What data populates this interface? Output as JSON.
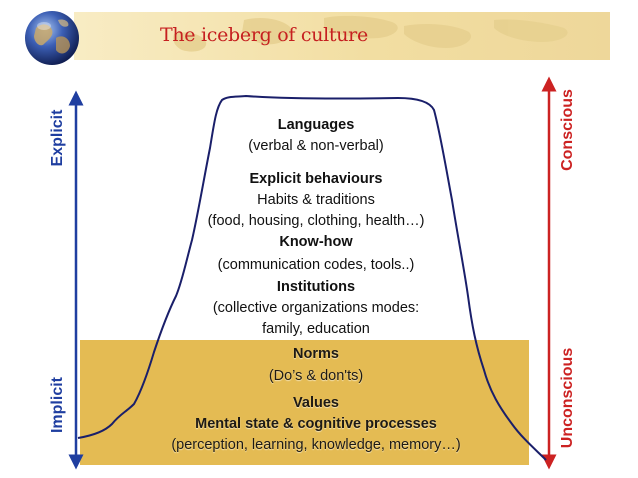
{
  "title": "The iceberg of culture",
  "axis": {
    "left_top": "Explicit",
    "left_bottom": "Implicit",
    "right_top": "Conscious",
    "right_bottom": "Unconscious"
  },
  "above_water": [
    {
      "text": "Languages",
      "bold": true
    },
    {
      "text": "(verbal & non-verbal)",
      "bold": false
    },
    {
      "text": "Explicit behaviours",
      "bold": true
    },
    {
      "text": "Habits & traditions",
      "bold": false
    },
    {
      "text": "(food, housing, clothing, health…)",
      "bold": false
    },
    {
      "text": "Know-how",
      "bold": true
    },
    {
      "text": "(communication codes, tools..)",
      "bold": false
    },
    {
      "text": "Institutions",
      "bold": true
    },
    {
      "text": "(collective organizations modes:",
      "bold": false
    },
    {
      "text": "family, education",
      "bold": false
    }
  ],
  "below_water": [
    {
      "text": "Norms",
      "bold": true
    },
    {
      "text": "(Do’s & don'ts)",
      "bold": false
    },
    {
      "text": "Values",
      "bold": true
    },
    {
      "text": "Mental state & cognitive processes",
      "bold": true
    },
    {
      "text": "(perception, learning, knowledge, memory…)",
      "bold": false
    }
  ],
  "colors": {
    "title": "#c62020",
    "explicit_axis": "#1f3ea0",
    "conscious_axis": "#cc2222",
    "water": "#e4bb53",
    "iceberg_outline": "#1a1f6a"
  },
  "icons": [
    "globe-icon",
    "world-map-decoration"
  ]
}
